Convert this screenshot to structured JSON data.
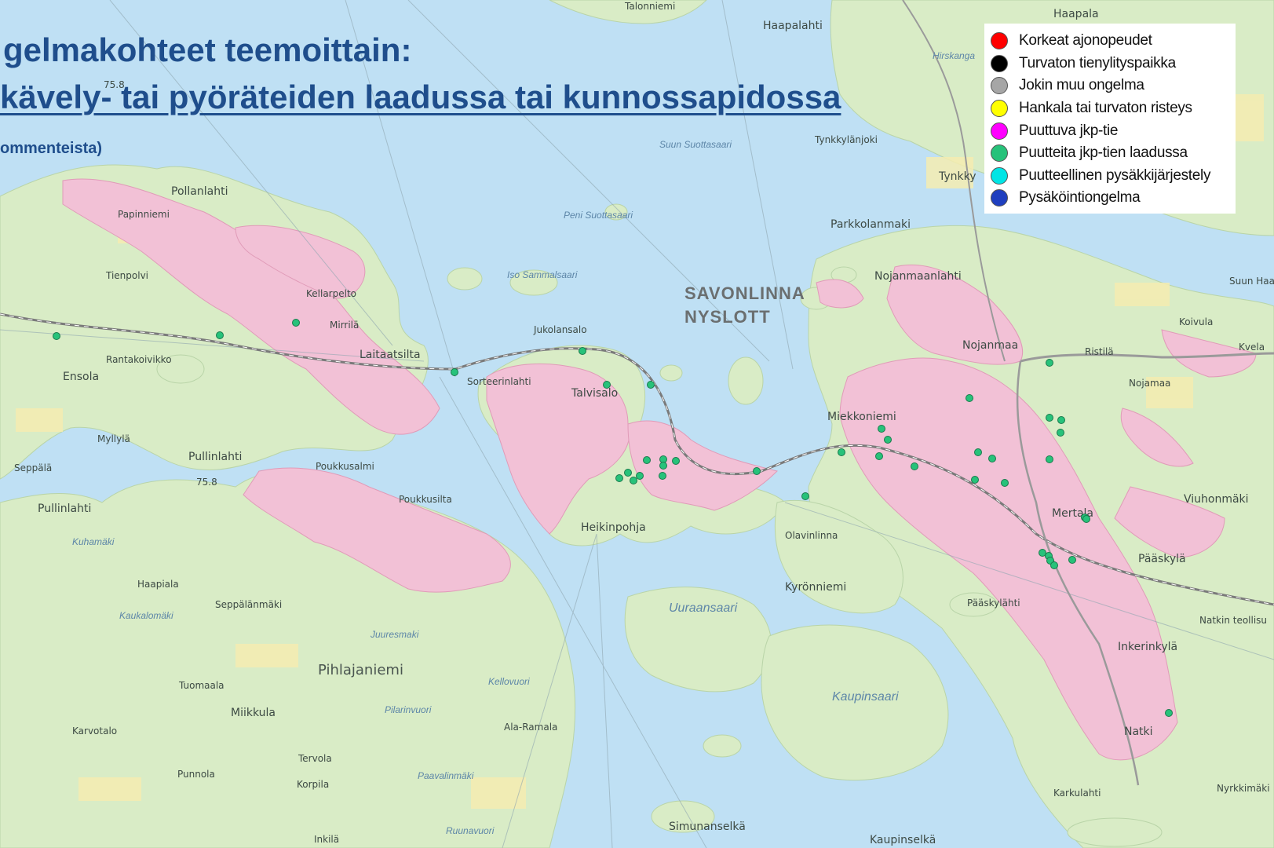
{
  "title": "gelmakohteet teemoittain:",
  "subtitle": "kävely- tai pyöräteiden laadussa tai kunnossapidossa",
  "note": "ommenteista)",
  "legend": [
    {
      "label": "Korkeat ajonopeudet",
      "color": "#ff0000"
    },
    {
      "label": "Turvaton tienylityspaikka",
      "color": "#000000"
    },
    {
      "label": "Jokin muu ongelma",
      "color": "#a6a6a6"
    },
    {
      "label": "Hankala tai turvaton risteys",
      "color": "#ffff00"
    },
    {
      "label": "Puuttuva jkp-tie",
      "color": "#ff00ff"
    },
    {
      "label": "Puutteita jkp-tien laadussa",
      "color": "#27c27a"
    },
    {
      "label": "Puutteellinen pysäkkijärjestely",
      "color": "#00e5e5"
    },
    {
      "label": "Pysäköintiongelma",
      "color": "#1f3fbf"
    }
  ],
  "colors": {
    "water": "#bfe0f4",
    "land": "#d9ecc6",
    "urban": "#f2c1d6",
    "marker": "#27c27a"
  },
  "places": {
    "pollanlahti": "Pollanlahti",
    "papinniemi": "Papinniemi",
    "tienpolvi": "Tienpolvi",
    "kellarpelto": "Kellarpelto",
    "mirrila": "Mirrilä",
    "rantakoivikko": "Rantakoivikko",
    "ensola": "Ensola",
    "laitaatsilta": "Laitaatsilta",
    "jukolansalo": "Jukolansalo",
    "sorsasalo": "Sorteerinlahti",
    "talvisalo": "Talvisalo",
    "savonlinna": "SAVONLINNA",
    "nyslott": "NYSLOTT",
    "haapalahti": "Haapalahti",
    "haapala": "Haapala",
    "tynkky": "Tynkky",
    "tynkkylanjoki": "Tynkkylänjoki",
    "parkkolanmaki": "Parkkolanmaki",
    "nojanmaanlahti": "Nojanmaanlahti",
    "nojanmaa": "Nojanmaa",
    "miekkoniemi": "Miekkoniemi",
    "ristila": "Ristilä",
    "koivula": "Koivula",
    "kvela": "Kvela",
    "nojamaa": "Nojamaa",
    "viuhonmaki": "Viuhonmäki",
    "mertala": "Mertala",
    "paaskyla": "Pääskylä",
    "paaskylahti": "Pääskylähti",
    "olavinlinna": "Olavinlinna",
    "kyronniemi": "Kyrönniemi",
    "heikinpohja": "Heikinpohja",
    "poukkusilta": "Poukkusilta",
    "poukkusalmi": "Poukkusalmi",
    "pullinlahti": "Pullinlahti",
    "pullinlahti2": "Pullinlahti",
    "seppala": "Seppälä",
    "myllyla": "Myllylä",
    "kuhamaki": "Kuhamäki",
    "haapiala": "Haapiala",
    "seppalanmaki": "Seppälänmäki",
    "kaukalomaki": "Kaukalomäki",
    "pihlajaniemi": "Pihlajaniemi",
    "tuomaala": "Tuomaala",
    "miikkula": "Miikkula",
    "karvotalo": "Karvotalo",
    "tervola": "Tervola",
    "punnola": "Punnola",
    "korpila": "Korpila",
    "inkila": "Inkilä",
    "uuraansaari": "Uuraansaari",
    "kaupinsaari": "Kaupinsaari",
    "simunanselka": "Simunanselkä",
    "kaupinselka": "Kaupinselkä",
    "iisalmi": "Iso Sammalsaari",
    "peni": "Peni Suottasaari",
    "suun": "Suun Suottasaari",
    "juuresmaki": "Juuresmaki",
    "inkerinkyla": "Inkerinkylä",
    "natki": "Natki",
    "karkulahti": "Karkulahti",
    "natkin": "Natkin teollisu",
    "nyrkkimaki": "Nyrkkimäki",
    "ala_ramala": "Ala-Ramala",
    "paavalinmaki": "Paavalinmäki",
    "ruunavuori": "Ruunavuori",
    "kellovuori": "Kellovuori",
    "pilarinvuori": "Pilarinvuori",
    "suun_haa": "Suun Haa",
    "talonniemi": "Talonniemi",
    "hirskanga": "Hirskanga",
    "elev_758a": "75.8",
    "elev_758b": "75.8"
  },
  "markers": [
    {
      "name": "Puutteita jkp-tien laadussa",
      "coords": [
        [
          62.865,
          28.76
        ],
        [
          62.8652,
          28.81
        ],
        [
          62.8661,
          28.833
        ],
        [
          62.8648,
          28.877
        ],
        [
          62.8645,
          28.921
        ],
        [
          62.863,
          28.853
        ],
        [
          62.8632,
          28.86
        ],
        [
          62.8625,
          28.868
        ],
        [
          62.862,
          28.874
        ],
        [
          62.8622,
          28.878
        ],
        [
          62.8602,
          28.877
        ],
        [
          62.8604,
          28.879
        ]
      ]
    }
  ]
}
